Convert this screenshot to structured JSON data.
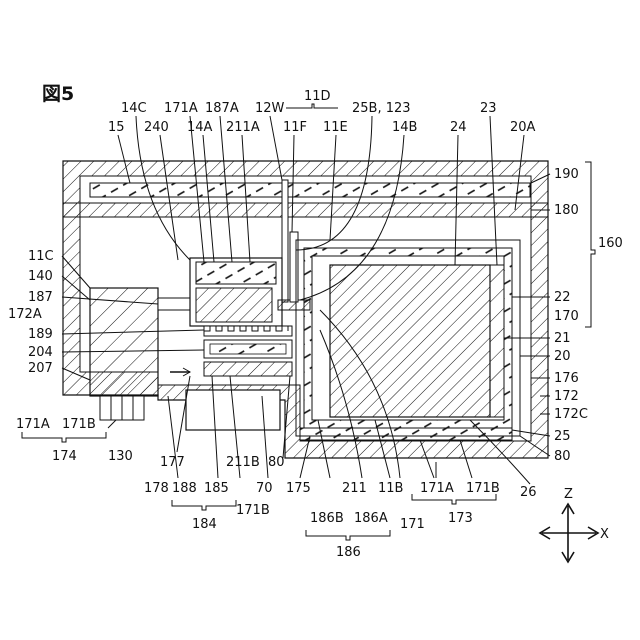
{
  "figure": {
    "title": "図5",
    "labels": {
      "l_14C": "14C",
      "l_171A_t": "171A",
      "l_187A": "187A",
      "l_12W": "12W",
      "l_11D": "11D",
      "l_25B": "25B, 123",
      "l_23": "23",
      "l_15": "15",
      "l_240": "240",
      "l_14A": "14A",
      "l_211A": "211A",
      "l_11F": "11F",
      "l_11E": "11E",
      "l_14B": "14B",
      "l_24": "24",
      "l_20A": "20A",
      "l_190": "190",
      "l_180": "180",
      "l_160": "160",
      "l_22": "22",
      "l_170": "170",
      "l_21": "21",
      "l_20": "20",
      "l_176": "176",
      "l_172": "172",
      "l_172C": "172C",
      "l_25": "25",
      "l_80r": "80",
      "l_26": "26",
      "l_11C": "11C",
      "l_140": "140",
      "l_187": "187",
      "l_172A": "172A",
      "l_189": "189",
      "l_204": "204",
      "l_207": "207",
      "l_171A_l": "171A",
      "l_171B_l": "171B",
      "l_174": "174",
      "l_130": "130",
      "l_178": "178",
      "l_177": "177",
      "l_188": "188",
      "l_185": "185",
      "l_184": "184",
      "l_211B": "211B",
      "l_70": "70",
      "l_171B_b": "171B",
      "l_80b": "80",
      "l_175": "175",
      "l_186B": "186B",
      "l_186A": "186A",
      "l_186": "186",
      "l_211": "211",
      "l_11B": "11B",
      "l_171A_r": "171A",
      "l_171B_r": "171B",
      "l_173": "173",
      "l_171": "171"
    },
    "axes": {
      "z": "Z",
      "x": "X"
    }
  }
}
